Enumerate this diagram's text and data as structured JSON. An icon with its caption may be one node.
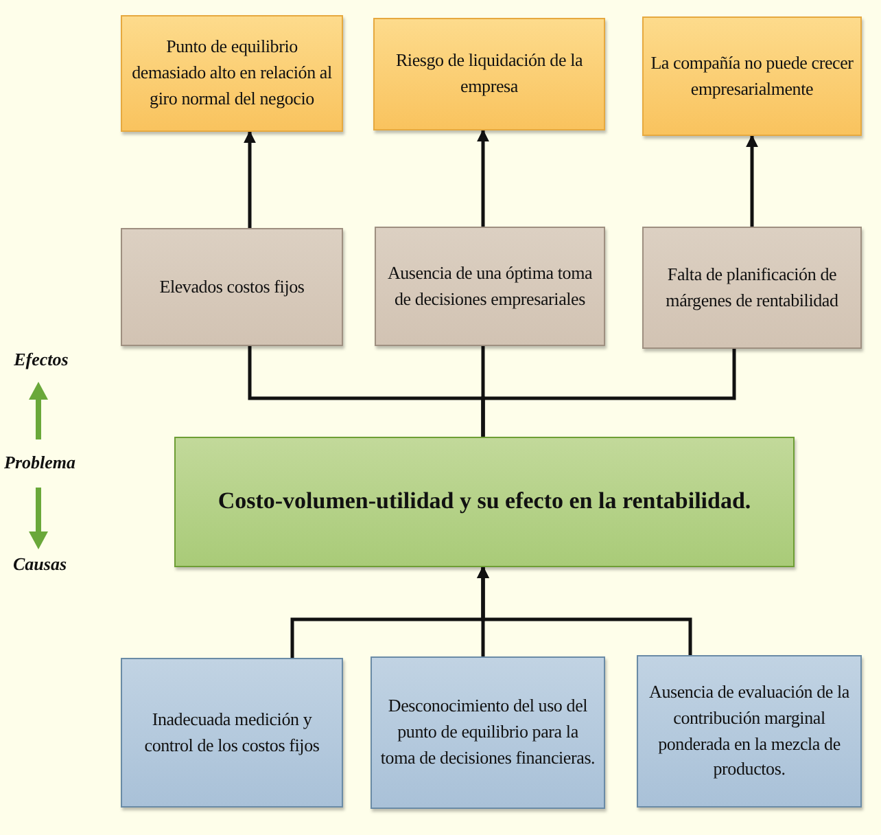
{
  "diagram": {
    "nodes": [
      {
        "text": [
          "Punto de equilibrio demasiado alto en relación al giro normal del negocio"
        ]
      },
      {
        "text": [
          "Riesgo de liquidación de la empresa"
        ]
      },
      {
        "text": [
          "La compañía no puede crecer empresarialmente"
        ]
      },
      {
        "text": [
          "Elevados costos fijos"
        ]
      },
      {
        "text": [
          "Ausencia de una óptima toma de decisiones empresariales"
        ]
      },
      {
        "text": [
          "Falta de planificación de márgenes de rentabilidad"
        ]
      },
      {
        "text": [
          "Costo-volumen-utilidad y su efecto en la rentabilidad."
        ]
      },
      {
        "text": [
          "Inadecuada medición y control de los costos fijos"
        ]
      },
      {
        "text": [
          "Desconocimiento del uso del punto de equilibrio para la toma de decisiones financieras."
        ]
      },
      {
        "text": [
          "Ausencia de evaluación de la contribución marginal ponderada en la mezcla de productos."
        ]
      }
    ],
    "edges": [
      {
        "from": 3,
        "to": 0,
        "arrow": "to"
      },
      {
        "from": 4,
        "to": 1,
        "arrow": "to"
      },
      {
        "from": 5,
        "to": 2,
        "arrow": "to"
      },
      {
        "from": 3,
        "to": 6,
        "arrow": "none"
      },
      {
        "from": 4,
        "to": 6,
        "arrow": "none"
      },
      {
        "from": 5,
        "to": 6,
        "arrow": "none"
      },
      {
        "from": 7,
        "to": 6,
        "arrow": "to"
      },
      {
        "from": 8,
        "to": 6,
        "arrow": "to"
      },
      {
        "from": 9,
        "to": 6,
        "arrow": "to"
      }
    ],
    "labels": [
      "Efectos",
      "Problema",
      "Causas"
    ]
  }
}
